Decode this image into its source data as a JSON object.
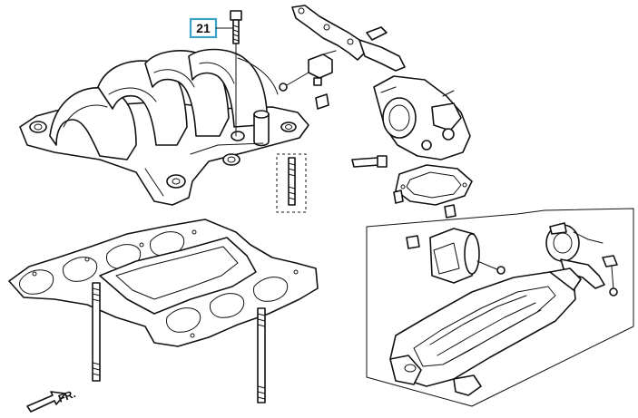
{
  "callout": {
    "number": "21",
    "border_color": "#3aa3c9"
  },
  "direction_label": "FR.",
  "parts": [
    {
      "name": "intake-manifold",
      "icon": "intake-manifold-icon"
    },
    {
      "name": "manifold-bolt",
      "icon": "bolt-icon"
    },
    {
      "name": "intake-gasket",
      "icon": "gasket-icon"
    },
    {
      "name": "manifold-studs",
      "icon": "stud-icon"
    },
    {
      "name": "throttle-body",
      "icon": "throttle-body-icon"
    },
    {
      "name": "throttle-gasket",
      "icon": "gasket-icon"
    },
    {
      "name": "plenum-base",
      "icon": "plenum-icon"
    },
    {
      "name": "vacuum-actuators",
      "icon": "actuator-icon"
    },
    {
      "name": "sensor",
      "icon": "sensor-icon"
    }
  ]
}
